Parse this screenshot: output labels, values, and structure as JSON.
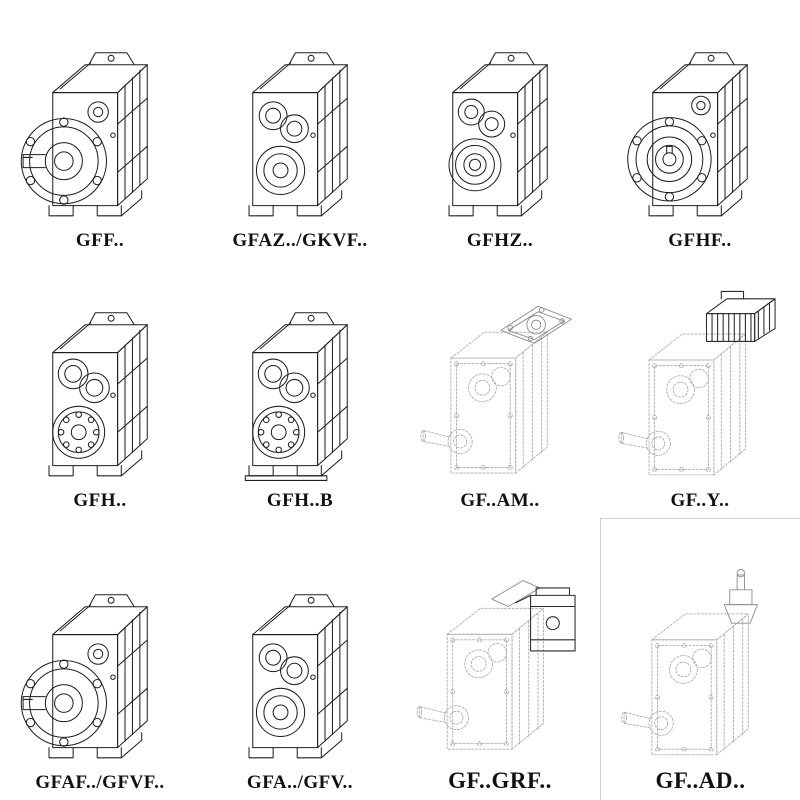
{
  "page": {
    "background": "#ffffff",
    "colors": {
      "line": "#1f1f1f",
      "ghost": "#a9a9a9",
      "label": "#111111"
    }
  },
  "grid": {
    "rows": 3,
    "cols": 4,
    "cells": [
      {
        "label": "GFF..",
        "variant": "flange-output-gearbox"
      },
      {
        "label": "GFAZ../GKVF..",
        "variant": "solid-shaft-gearbox"
      },
      {
        "label": "GFHZ..",
        "variant": "hollow-shaft-gearbox"
      },
      {
        "label": "GFHF..",
        "variant": "hollow-flange-gearbox"
      },
      {
        "label": "GFH..",
        "variant": "hollow-shaft-bearing-gearbox"
      },
      {
        "label": "GFH..B",
        "variant": "hollow-shaft-foot-gearbox"
      },
      {
        "label": "GF..AM..",
        "variant": "iec-adapter-gearbox"
      },
      {
        "label": "GF..Y..",
        "variant": "motor-mounted-gearbox"
      },
      {
        "label": "GFAF../GFVF..",
        "variant": "flange-output-gearbox"
      },
      {
        "label": "GFA../GFV..",
        "variant": "solid-shaft-gearbox"
      },
      {
        "label": "GF..GRF..",
        "variant": "gear-unit-combination"
      },
      {
        "label": "GF..AD..",
        "variant": "input-shaft-adapter-gearbox"
      }
    ]
  }
}
